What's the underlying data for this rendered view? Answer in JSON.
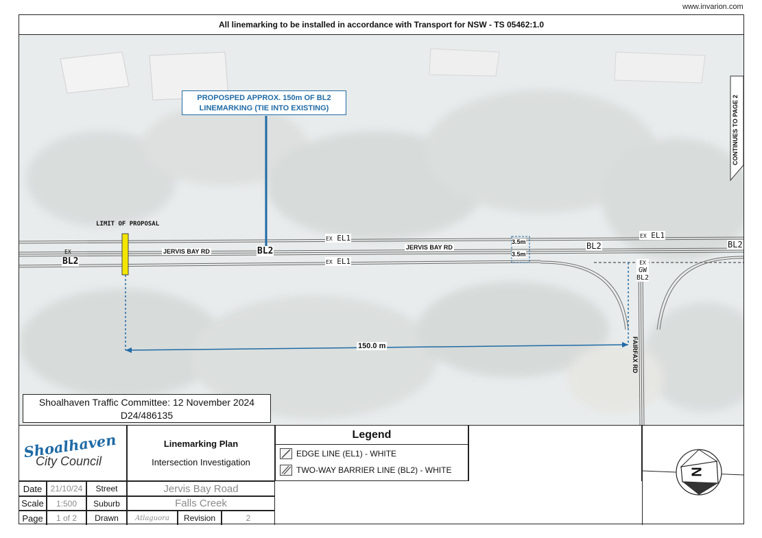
{
  "site_url": "www.invarion.com",
  "title": "All linemarking to be installed in accordance with Transport for NSW - TS 05462:1.0",
  "map": {
    "callout": [
      "PROPOSPED APPROX. 150m OF BL2",
      "LINEMARKING (TIE INTO EXISTING)"
    ],
    "limit_label": "LIMIT OF PROPOSAL",
    "continues": "CONTINUES TO PAGE 2",
    "road_main_1": "JERVIS BAY RD",
    "road_main_2": "JERVIS BAY RD",
    "road_side": "FAIRFAX RD",
    "labels": {
      "ex": "EX",
      "el1": "EL1",
      "bl2": "BL2",
      "gw": "GW",
      "ex_el1": "EX EL1",
      "width_top": "3.5m",
      "width_bottom": "3.5m",
      "dimension": "150.0 m"
    },
    "committee_line1": "Shoalhaven Traffic Committee: 12 November 2024",
    "committee_line2": "D24/486135"
  },
  "title_block": {
    "logo_line1": "Shoalhaven",
    "logo_line2": "City Council",
    "plan_title": "Linemarking Plan",
    "plan_subtitle": "Intersection Investigation",
    "date_label": "Date",
    "date_value": "21/10/24",
    "street_label": "Street",
    "street_value": "Jervis Bay Road",
    "scale_label": "Scale",
    "scale_value": "1:500",
    "suburb_label": "Suburb",
    "suburb_value": "Falls Creek",
    "page_label": "Page",
    "page_value": "1 of 2",
    "drawn_label": "Drawn",
    "drawn_value": "Atlaguora",
    "revision_label": "Revision",
    "revision_value": "2"
  },
  "legend": {
    "title": "Legend",
    "items": [
      "EDGE LINE (EL1) - WHITE",
      "TWO-WAY BARRIER LINE (BL2) - WHITE"
    ]
  },
  "north_arrow_letter": "N",
  "colors": {
    "callout_blue": "#1f6aa5",
    "limit_yellow": "#f2e600"
  }
}
